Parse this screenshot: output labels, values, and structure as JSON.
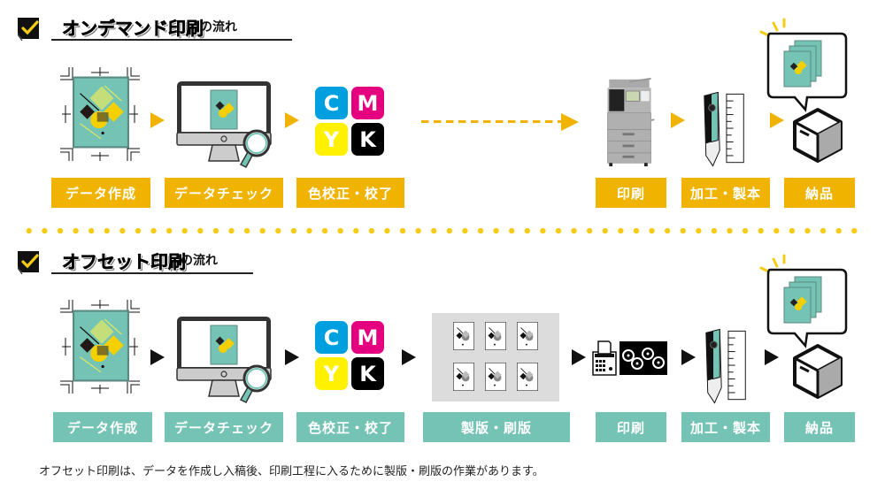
{
  "sections": [
    {
      "id": "on-demand",
      "heading": {
        "main": "オンデマンド印刷",
        "sub": "の流れ"
      },
      "label_color": "#f0b300",
      "arrow_color": "#f0b300",
      "steps": [
        {
          "label": "データ作成",
          "icon": "artwork-document-icon"
        },
        {
          "label": "データチェック",
          "icon": "monitor-magnifier-icon"
        },
        {
          "label": "色校正・校了",
          "icon": "cmyk-icon"
        },
        {
          "label": "印刷",
          "icon": "digital-printer-icon"
        },
        {
          "label": "加工・製本",
          "icon": "cutter-ruler-icon"
        },
        {
          "label": "納品",
          "icon": "delivery-box-icon"
        }
      ]
    },
    {
      "id": "offset",
      "heading": {
        "main": "オフセット印刷",
        "sub": "の流れ"
      },
      "label_color": "#74c3b4",
      "arrow_color": "#111111",
      "steps": [
        {
          "label": "データ作成",
          "icon": "artwork-document-icon"
        },
        {
          "label": "データチェック",
          "icon": "monitor-magnifier-icon"
        },
        {
          "label": "色校正・校了",
          "icon": "cmyk-icon"
        },
        {
          "label": "製版・刷版",
          "icon": "printing-plates-icon"
        },
        {
          "label": "印刷",
          "icon": "offset-press-icon"
        },
        {
          "label": "加工・製本",
          "icon": "cutter-ruler-icon"
        },
        {
          "label": "納品",
          "icon": "delivery-box-icon"
        }
      ]
    }
  ],
  "cmyk": {
    "c": "C",
    "m": "M",
    "y": "Y",
    "k": "K",
    "colors": {
      "c": "#00a0e0",
      "m": "#e4007f",
      "y": "#fff100",
      "k": "#000000"
    }
  },
  "colors": {
    "teal": "#74c3b4",
    "orange": "#f0b300",
    "dot_yellow": "#f5cc13"
  },
  "footer_note": "オフセット印刷は、データを作成し入稿後、印刷工程に入るために製版・刷版の作業があります。"
}
